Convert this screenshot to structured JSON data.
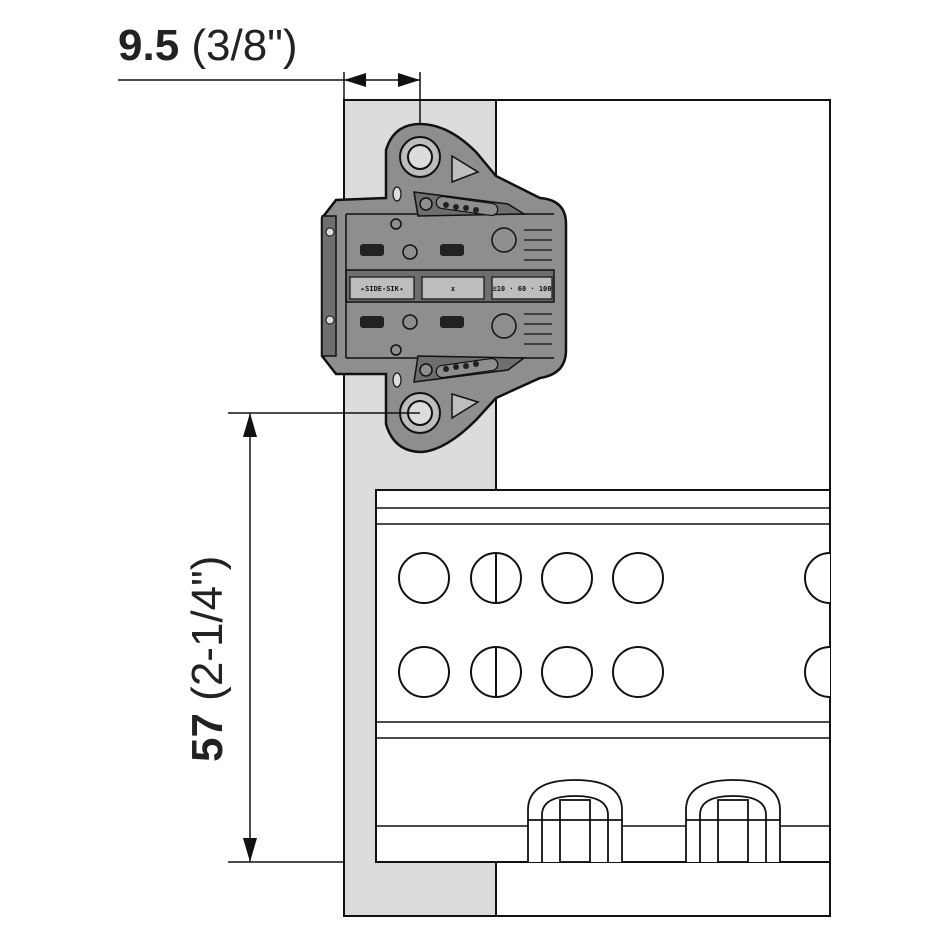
{
  "dimensions": {
    "horizontal": {
      "value": "9.5",
      "imperial": "(3/8\")"
    },
    "vertical": {
      "value": "57",
      "imperial": "(2-1/4\")"
    }
  },
  "bracket_markings": {
    "left": "▸SIDE-SIK◂",
    "center": "x",
    "right": "≡10 · 60 · 100"
  },
  "colors": {
    "line": "#111111",
    "panel": "#dcdcdc",
    "bracket": "#8e8e8e",
    "bracket_dark": "#6e6e6e",
    "slot": "#222222"
  }
}
